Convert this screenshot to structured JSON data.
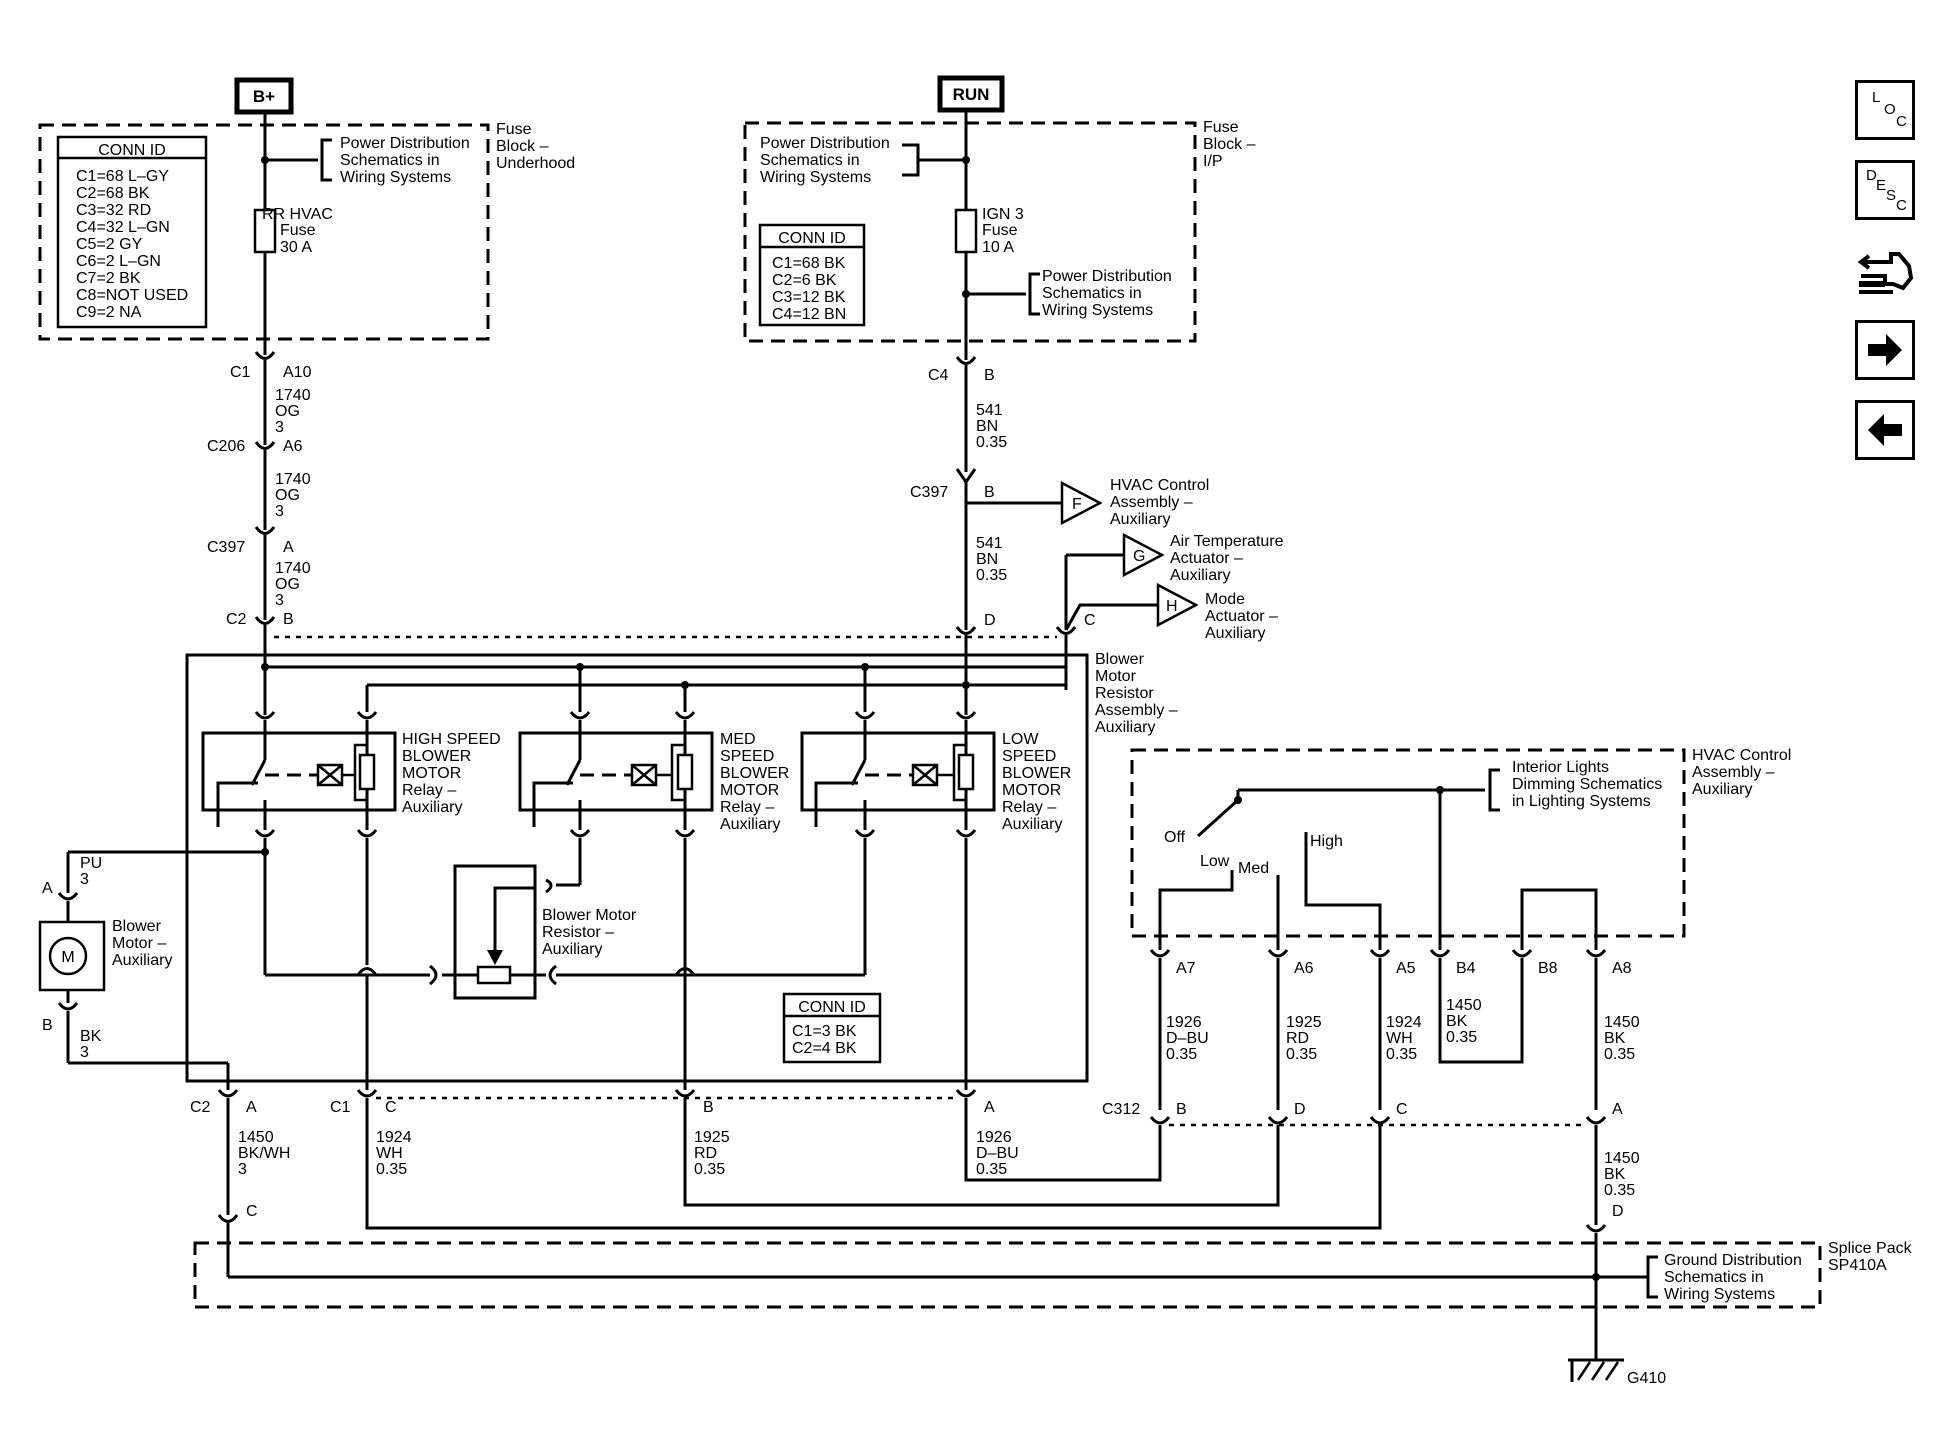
{
  "power": {
    "bplus": "B+",
    "run": "RUN"
  },
  "fuse_block_underhood": {
    "title_1": "Fuse",
    "title_2": "Block –",
    "title_3": "Underhood",
    "pd_1": "Power Distribution",
    "pd_2": "Schematics in",
    "pd_3": "Wiring Systems",
    "fuse_1": "RR HVAC",
    "fuse_2": "Fuse",
    "fuse_3": "30 A",
    "conn_title": "CONN ID",
    "conn": [
      "C1=68 L–GY",
      "C2=68 BK",
      "C3=32 RD",
      "C4=32 L–GN",
      "C5=2 GY",
      "C6=2 L–GN",
      "C7=2 BK",
      "C8=NOT USED",
      "C9=2 NA"
    ]
  },
  "fuse_block_ip": {
    "title_1": "Fuse",
    "title_2": "Block –",
    "title_3": "I/P",
    "pd_1": "Power Distribution",
    "pd_2": "Schematics in",
    "pd_3": "Wiring Systems",
    "pd2_1": "Power Distribution",
    "pd2_2": "Schematics in",
    "pd2_3": "Wiring Systems",
    "fuse_1": "IGN 3",
    "fuse_2": "Fuse",
    "fuse_3": "10 A",
    "conn_title": "CONN ID",
    "conn": [
      "C1=68 BK",
      "C2=6 BK",
      "C3=12 BK",
      "C4=12 BN"
    ]
  },
  "left_circuit": {
    "c1": "C1",
    "a10": "A10",
    "w1_1": "1740",
    "w1_2": "OG",
    "w1_3": "3",
    "c206": "C206",
    "a6": "A6",
    "w2_1": "1740",
    "w2_2": "OG",
    "w2_3": "3",
    "c397": "C397",
    "a": "A",
    "w3_1": "1740",
    "w3_2": "OG",
    "w3_3": "3",
    "c2": "C2",
    "b": "B"
  },
  "right_circuit": {
    "c4": "C4",
    "b": "B",
    "w1_1": "541",
    "w1_2": "BN",
    "w1_3": "0.35",
    "c397": "C397",
    "b2": "B",
    "w2_1": "541",
    "w2_2": "BN",
    "w2_3": "0.35",
    "d": "D",
    "c": "C"
  },
  "refs": {
    "f": "F",
    "f_1": "HVAC Control",
    "f_2": "Assembly –",
    "f_3": "Auxiliary",
    "g": "G",
    "g_1": "Air Temperature",
    "g_2": "Actuator –",
    "g_3": "Auxiliary",
    "h": "H",
    "h_1": "Mode",
    "h_2": "Actuator –",
    "h_3": "Auxiliary"
  },
  "resistor_assembly": {
    "t1": "Blower",
    "t2": "Motor",
    "t3": "Resistor",
    "t4": "Assembly –",
    "t5": "Auxiliary",
    "conn_title": "CONN ID",
    "conn": [
      "C1=3 BK",
      "C2=4 BK"
    ],
    "res_1": "Blower Motor",
    "res_2": "Resistor –",
    "res_3": "Auxiliary"
  },
  "relays": {
    "high": [
      "HIGH SPEED",
      "BLOWER",
      "MOTOR",
      "Relay –",
      "Auxiliary"
    ],
    "med": [
      "MED",
      "SPEED",
      "BLOWER",
      "MOTOR",
      "Relay –",
      "Auxiliary"
    ],
    "low": [
      "LOW",
      "SPEED",
      "BLOWER",
      "MOTOR",
      "Relay –",
      "Auxiliary"
    ]
  },
  "blower_motor": {
    "pin_a": "A",
    "pu_1": "PU",
    "pu_2": "3",
    "m": "M",
    "t1": "Blower",
    "t2": "Motor –",
    "t3": "Auxiliary",
    "pin_b": "B",
    "bk_1": "BK",
    "bk_2": "3"
  },
  "hvac_control": {
    "t1": "HVAC Control",
    "t2": "Assembly –",
    "t3": "Auxiliary",
    "il_1": "Interior Lights",
    "il_2": "Dimming Schematics",
    "il_3": "in Lighting Systems",
    "off": "Off",
    "low": "Low",
    "med": "Med",
    "high": "High",
    "pins": [
      "A7",
      "A6",
      "A5",
      "B4",
      "B8",
      "A8"
    ],
    "wires": [
      [
        "1926",
        "D–BU",
        "0.35"
      ],
      [
        "1925",
        "RD",
        "0.35"
      ],
      [
        "1924",
        "WH",
        "0.35"
      ],
      [
        "1450",
        "BK",
        "0.35"
      ],
      [
        "1450",
        "BK",
        "0.35"
      ]
    ]
  },
  "c312": {
    "label": "C312",
    "b": "B",
    "d": "D",
    "c": "C",
    "a": "A",
    "w_1": "1450",
    "w_2": "BK",
    "w_3": "0.35",
    "d2": "D"
  },
  "bottom": {
    "c2": "C2",
    "a": "A",
    "w_1": "1450",
    "w_2": "BK/WH",
    "w_3": "3",
    "c": "C",
    "c1": "C1",
    "cc": "C",
    "x_1": "1924",
    "x_2": "WH",
    "x_3": "0.35",
    "b": "B",
    "y_1": "1925",
    "y_2": "RD",
    "y_3": "0.35",
    "a2": "A",
    "z_1": "1926",
    "z_2": "D–BU",
    "z_3": "0.35"
  },
  "splice": {
    "t1": "Splice Pack",
    "t2": "SP410A",
    "g_1": "Ground Distribution",
    "g_2": "Schematics in",
    "g_3": "Wiring Systems",
    "ground": "G410"
  },
  "nav": {
    "loc": [
      "L",
      "O",
      "C"
    ],
    "desc": [
      "D",
      "E",
      "S",
      "C"
    ]
  }
}
